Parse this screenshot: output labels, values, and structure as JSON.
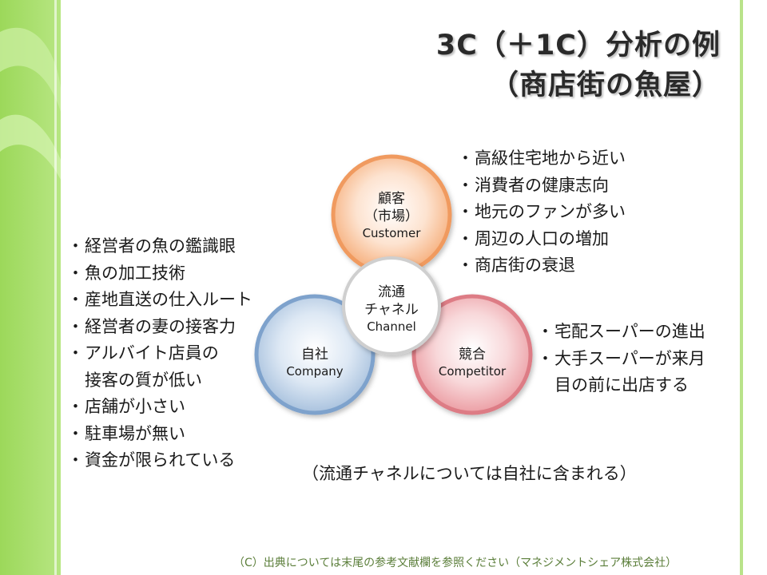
{
  "title": {
    "line1": "3C（＋1C）分析の例",
    "line2": "（商店街の魚屋）"
  },
  "circles": {
    "customer": {
      "jp": "顧客",
      "jp2": "（市場）",
      "en": "Customer"
    },
    "channel": {
      "jp": "流通",
      "jp2": "チャネル",
      "en": "Channel"
    },
    "company": {
      "jp": "自社",
      "en": "Company"
    },
    "competitor": {
      "jp": "競合",
      "en": "Competitor"
    }
  },
  "bullet_mark": "・",
  "customer_points": [
    "高級住宅地から近い",
    "消費者の健康志向",
    "地元のファンが多い",
    "周辺の人口の増加",
    "商店街の衰退"
  ],
  "company_points": {
    "p1": "経営者の魚の鑑識眼",
    "p2": "魚の加工技術",
    "p3": "産地直送の仕入ルート",
    "p4": "経営者の妻の接客力",
    "p5a": "アルバイト店員の",
    "p5b": "接客の質が低い",
    "p6": "店舗が小さい",
    "p7": "駐車場が無い",
    "p8": "資金が限られている"
  },
  "competitor_points": {
    "p1": "宅配スーパーの進出",
    "p2a": "大手スーパーが来月",
    "p2b": "目の前に出店する"
  },
  "note": "（流通チャネルについては自社に含まれる）",
  "footer": "（C）出典については末尾の参考文献欄を参照ください（マネジメントシェア株式会社）",
  "colors": {
    "green_band": "#a3dc62",
    "customer": "#f4a06a",
    "company": "#93b3d6",
    "competitor": "#e58f96",
    "channel_ring": "#cccccc",
    "footer_text": "#5b7e3a"
  }
}
